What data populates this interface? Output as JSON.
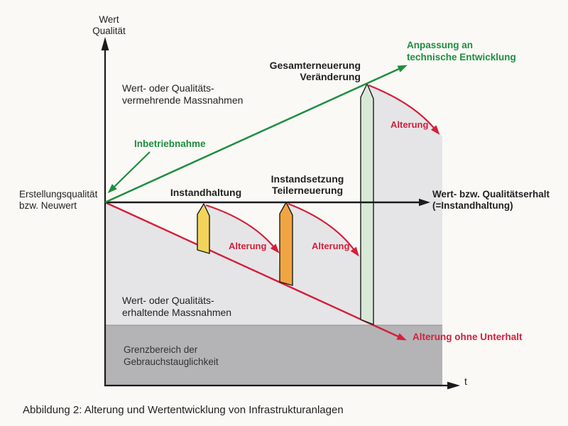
{
  "caption": "Abbildung 2: Alterung und Wertentwicklung von Infrastrukturanlagen",
  "axes": {
    "y_label": [
      "Wert",
      "Qualität"
    ],
    "x_label": "t"
  },
  "labels": {
    "origin": [
      "Erstellungsqualität",
      "bzw. Neuwert"
    ],
    "zone_value_increasing": [
      "Wert- oder Qualitäts-",
      "vermehrende Massnahmen"
    ],
    "zone_value_preserving": [
      "Wert- oder Qualitäts-",
      "erhaltende Massnahmen"
    ],
    "zone_serviceability_limit": [
      "Grenzbereich der",
      "Gebrauchstauglichkeit"
    ],
    "commissioning": "Inbetriebnahme",
    "adaptation": [
      "Anpassung an",
      "technische Entwicklung"
    ],
    "maintenance": "Instandhaltung",
    "repair": [
      "Instandsetzung",
      "Teilerneuerung"
    ],
    "total_renewal": [
      "Gesamterneuerung",
      "Veränderung"
    ],
    "preservation": [
      "Wert- bzw. Qualitätserhalt",
      "(=Instandhaltung)"
    ],
    "aging": [
      "Alterung",
      "Alterung",
      "Alterung"
    ],
    "aging_without_maintenance": "Alterung ohne Unterhalt"
  },
  "colors": {
    "background": "#faf9f6",
    "text_black": "#222222",
    "green": "#1e8e3e",
    "red": "#d41f3a",
    "bar_yellow": "#f2d45a",
    "bar_orange": "#f0a542",
    "bar_pale_green": "#d9e9d7",
    "area_light_gray": "#e5e5e7",
    "area_dark_gray": "#b4b4b6",
    "line_black": "#1b1b1b"
  }
}
